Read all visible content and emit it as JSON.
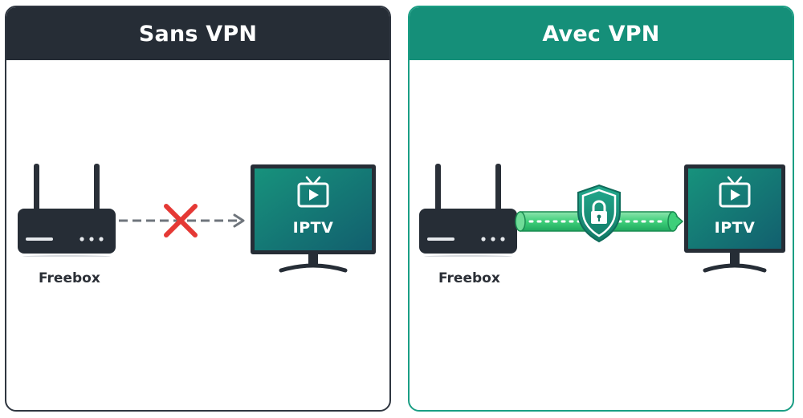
{
  "panels": {
    "left": {
      "title": "Sans VPN",
      "device_label": "Freebox",
      "tv_label": "IPTV",
      "connection_state": "blocked"
    },
    "right": {
      "title": "Avec VPN",
      "device_label": "Freebox",
      "tv_label": "IPTV",
      "connection_state": "secured"
    }
  },
  "colors": {
    "dark": "#262d36",
    "green": "#158f79",
    "tunnel": "#3ecf7a",
    "cross": "#e53935",
    "tv_screen": "#157f78"
  },
  "icons": [
    "router-icon",
    "cross-icon",
    "arrow-right-icon",
    "tv-icon",
    "play-icon",
    "shield-lock-icon",
    "tunnel-icon"
  ]
}
